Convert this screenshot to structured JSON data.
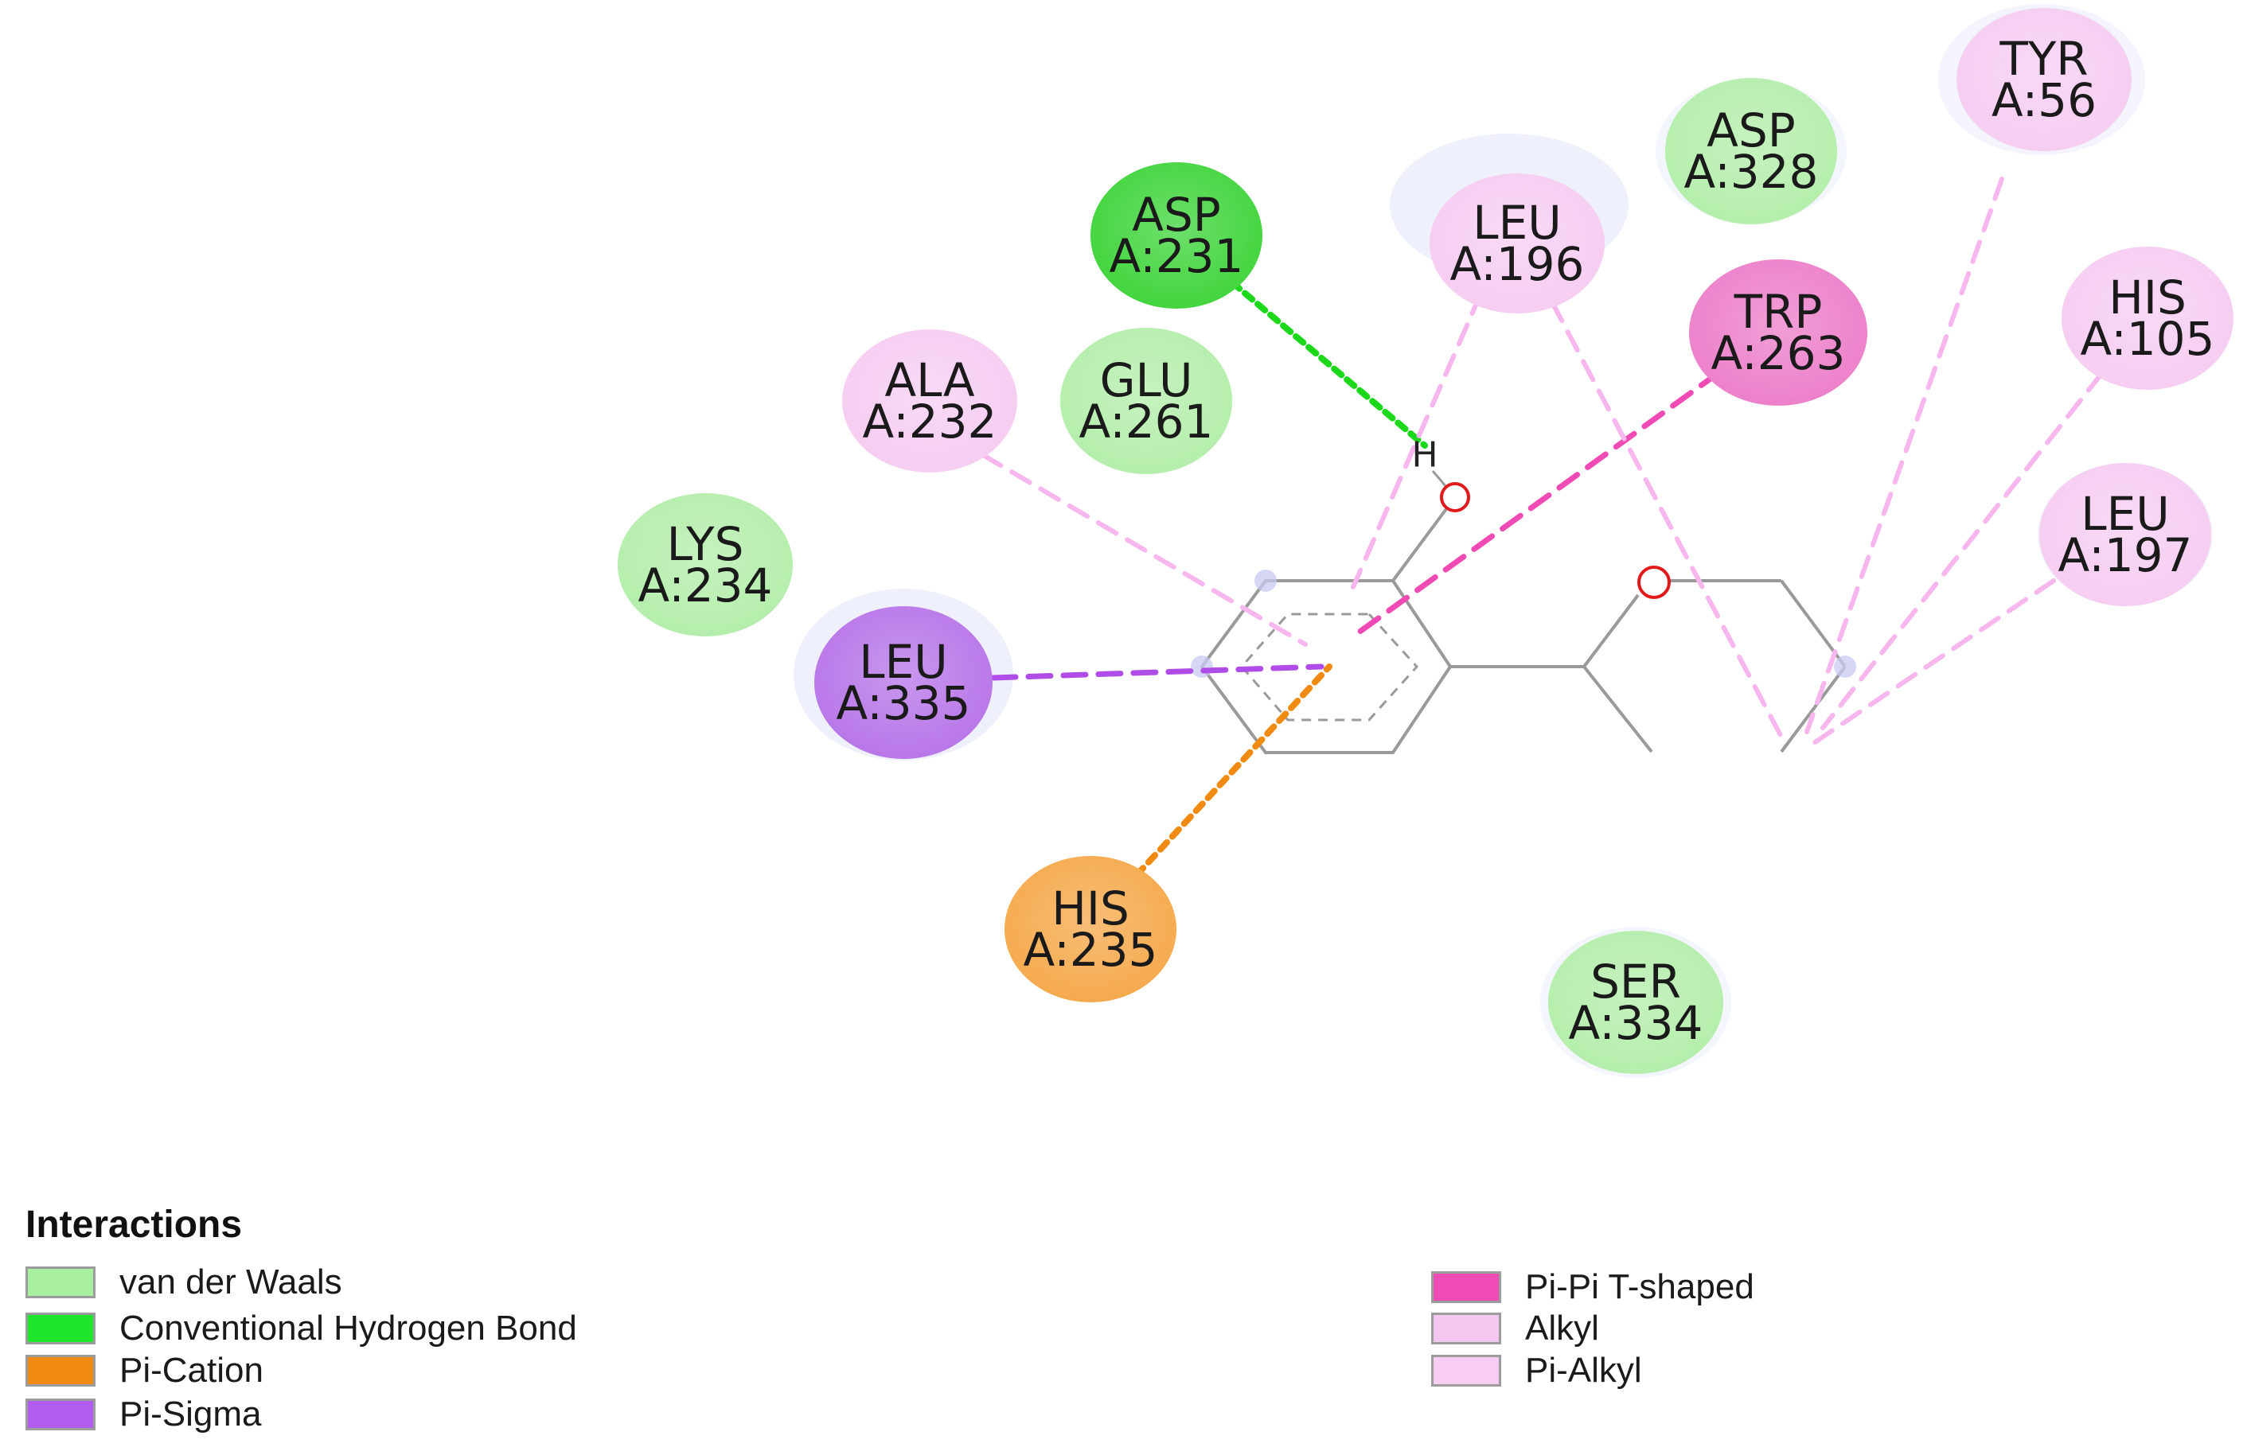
{
  "legend": {
    "title": "Interactions",
    "items": [
      {
        "label": "van der Waals",
        "color": "#a8f0a0"
      },
      {
        "label": "Conventional Hydrogen Bond",
        "color": "#1de62c"
      },
      {
        "label": "Pi-Cation",
        "color": "#f08a10"
      },
      {
        "label": "Pi-Sigma",
        "color": "#b35cf2"
      },
      {
        "label": "Pi-Pi T-shaped",
        "color": "#f04ab4"
      },
      {
        "label": "Alkyl",
        "color": "#f5c6ef"
      },
      {
        "label": "Pi-Alkyl",
        "color": "#f8cdf4"
      }
    ]
  },
  "residues": [
    {
      "id": "asp231",
      "name": "ASP",
      "chain_pos": "A:231",
      "type": "Conventional Hydrogen Bond",
      "color": "#3ed43a"
    },
    {
      "id": "leu196",
      "name": "LEU",
      "chain_pos": "A:196",
      "type": "Alkyl",
      "color": "#f6ccf1"
    },
    {
      "id": "asp328",
      "name": "ASP",
      "chain_pos": "A:328",
      "type": "van der Waals",
      "color": "#b3eeaa"
    },
    {
      "id": "tyr56",
      "name": "TYR",
      "chain_pos": "A:56",
      "type": "Pi-Alkyl",
      "color": "#f6ccf1"
    },
    {
      "id": "trp263",
      "name": "TRP",
      "chain_pos": "A:263",
      "type": "Pi-Pi T-shaped",
      "color": "#ec7ec9"
    },
    {
      "id": "his105",
      "name": "HIS",
      "chain_pos": "A:105",
      "type": "Alkyl",
      "color": "#f6ccf1"
    },
    {
      "id": "ala232",
      "name": "ALA",
      "chain_pos": "A:232",
      "type": "Pi-Alkyl",
      "color": "#f6ccf1"
    },
    {
      "id": "glu261",
      "name": "GLU",
      "chain_pos": "A:261",
      "type": "van der Waals",
      "color": "#b3eeaa"
    },
    {
      "id": "lys234",
      "name": "LYS",
      "chain_pos": "A:234",
      "type": "van der Waals",
      "color": "#b3eeaa"
    },
    {
      "id": "leu197",
      "name": "LEU",
      "chain_pos": "A:197",
      "type": "Alkyl",
      "color": "#f6ccf1"
    },
    {
      "id": "leu335",
      "name": "LEU",
      "chain_pos": "A:335",
      "type": "Pi-Sigma",
      "color": "#b774e8"
    },
    {
      "id": "his235",
      "name": "HIS",
      "chain_pos": "A:235",
      "type": "Pi-Cation",
      "color": "#f5a84a"
    },
    {
      "id": "ser334",
      "name": "SER",
      "chain_pos": "A:334",
      "type": "van der Waals",
      "color": "#b3eeaa"
    }
  ],
  "ligand": {
    "atoms": [
      {
        "id": "O1",
        "element": "O",
        "color": "#e0191a"
      },
      {
        "id": "H1",
        "element": "H",
        "color": "#222222"
      },
      {
        "id": "O2",
        "element": "O",
        "color": "#e0191a"
      }
    ],
    "bond_color": "#9a9a9a"
  },
  "interactions": [
    {
      "from": "asp231",
      "to": "H1",
      "type": "Conventional Hydrogen Bond",
      "color": "#1bd81b"
    },
    {
      "from": "trp263",
      "to": "ring",
      "type": "Pi-Pi T-shaped",
      "color": "#f04ab4"
    },
    {
      "from": "leu335",
      "to": "ring",
      "type": "Pi-Sigma",
      "color": "#b04ce8"
    },
    {
      "from": "his235",
      "to": "ring",
      "type": "Pi-Cation",
      "color": "#f08a10"
    },
    {
      "from": "ala232",
      "to": "ring",
      "type": "Pi-Alkyl",
      "color": "#f7b6ee"
    },
    {
      "from": "leu196",
      "to": "ring",
      "type": "Pi-Alkyl",
      "color": "#f7b6ee"
    },
    {
      "from": "leu196",
      "to": "C_end",
      "type": "Alkyl",
      "color": "#f7b6ee"
    },
    {
      "from": "tyr56",
      "to": "C_end",
      "type": "Alkyl",
      "color": "#f7b6ee"
    },
    {
      "from": "his105",
      "to": "C_end",
      "type": "Alkyl",
      "color": "#f7b6ee"
    },
    {
      "from": "leu197",
      "to": "C_end",
      "type": "Alkyl",
      "color": "#f7b6ee"
    }
  ]
}
